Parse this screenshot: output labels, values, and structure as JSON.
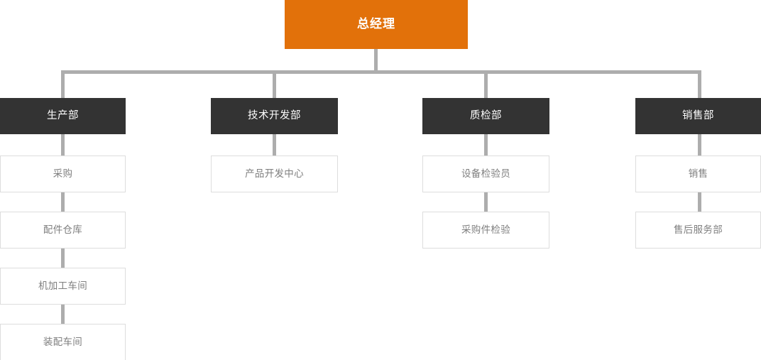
{
  "chart": {
    "type": "org-chart",
    "title": "",
    "colors": {
      "root_bg": "#e2710a",
      "root_text": "#ffffff",
      "dept_bg": "#333333",
      "dept_text": "#ffffff",
      "leaf_bg": "#ffffff",
      "leaf_text": "#7f7f7f",
      "leaf_border": "#dddddd",
      "connector": "#adadad",
      "page_bg": "#ffffff"
    },
    "root": {
      "label": "总经理"
    },
    "departments": [
      {
        "label": "生产部",
        "children": [
          {
            "label": "采购"
          },
          {
            "label": "配件仓库"
          },
          {
            "label": "机加工车间"
          },
          {
            "label": "装配车间"
          }
        ]
      },
      {
        "label": "技术开发部",
        "children": [
          {
            "label": "产品开发中心"
          }
        ]
      },
      {
        "label": "质检部",
        "children": [
          {
            "label": "设备检验员"
          },
          {
            "label": "采购件检验"
          }
        ]
      },
      {
        "label": "销售部",
        "children": [
          {
            "label": "销售"
          },
          {
            "label": "售后服务部"
          }
        ]
      }
    ]
  }
}
